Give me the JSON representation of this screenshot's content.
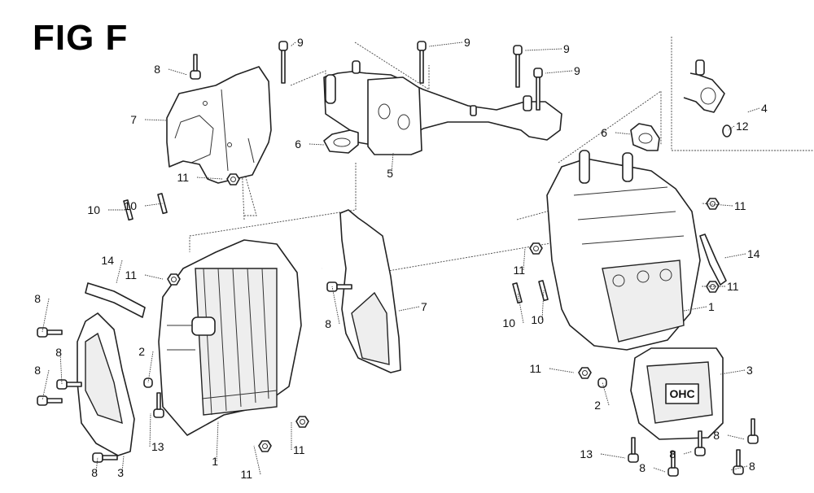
{
  "figure": {
    "title": "FIG F"
  },
  "callouts": [
    {
      "id": "c1",
      "label": "8",
      "part": "bolt"
    },
    {
      "id": "c2",
      "label": "7",
      "part": "shroud-upper"
    },
    {
      "id": "c3",
      "label": "9",
      "part": "bolt"
    },
    {
      "id": "c4",
      "label": "9",
      "part": "bolt"
    },
    {
      "id": "c5",
      "label": "9",
      "part": "bolt"
    },
    {
      "id": "c6",
      "label": "9",
      "part": "bolt"
    },
    {
      "id": "c7",
      "label": "6",
      "part": "gasket"
    },
    {
      "id": "c8",
      "label": "5",
      "part": "manifold"
    },
    {
      "id": "c9",
      "label": "6",
      "part": "gasket"
    },
    {
      "id": "c10",
      "label": "4",
      "part": "elbow-assembly"
    },
    {
      "id": "c11",
      "label": "12",
      "part": "o-ring"
    },
    {
      "id": "c12",
      "label": "10",
      "part": "stud"
    },
    {
      "id": "c13",
      "label": "10",
      "part": "stud"
    },
    {
      "id": "c14",
      "label": "11",
      "part": "nut"
    },
    {
      "id": "c15",
      "label": "14",
      "part": "spark-plug"
    },
    {
      "id": "c16",
      "label": "11",
      "part": "nut"
    },
    {
      "id": "c17",
      "label": "8",
      "part": "bolt"
    },
    {
      "id": "c18",
      "label": "8",
      "part": "bolt"
    },
    {
      "id": "c19",
      "label": "8",
      "part": "bolt"
    },
    {
      "id": "c20",
      "label": "2",
      "part": "dowel"
    },
    {
      "id": "c21",
      "label": "13",
      "part": "bolt"
    },
    {
      "id": "c22",
      "label": "8",
      "part": "bolt"
    },
    {
      "id": "c23",
      "label": "3",
      "part": "head-cover"
    },
    {
      "id": "c24",
      "label": "1",
      "part": "cylinder-head"
    },
    {
      "id": "c25",
      "label": "11",
      "part": "nut"
    },
    {
      "id": "c26",
      "label": "11",
      "part": "nut"
    },
    {
      "id": "c27",
      "label": "8",
      "part": "bolt"
    },
    {
      "id": "c28",
      "label": "7",
      "part": "shroud-lower"
    },
    {
      "id": "c29",
      "label": "11",
      "part": "nut"
    },
    {
      "id": "c30",
      "label": "10",
      "part": "stud"
    },
    {
      "id": "c31",
      "label": "10",
      "part": "stud"
    },
    {
      "id": "c32",
      "label": "11",
      "part": "nut"
    },
    {
      "id": "c33",
      "label": "14",
      "part": "spark-plug"
    },
    {
      "id": "c34",
      "label": "11",
      "part": "nut"
    },
    {
      "id": "c35",
      "label": "1",
      "part": "cylinder-head"
    },
    {
      "id": "c36",
      "label": "11",
      "part": "nut"
    },
    {
      "id": "c37",
      "label": "2",
      "part": "dowel"
    },
    {
      "id": "c38",
      "label": "3",
      "part": "head-cover"
    },
    {
      "id": "c39",
      "label": "13",
      "part": "bolt"
    },
    {
      "id": "c40",
      "label": "8",
      "part": "bolt"
    },
    {
      "id": "c41",
      "label": "8",
      "part": "bolt"
    },
    {
      "id": "c42",
      "label": "8",
      "part": "bolt"
    },
    {
      "id": "c43",
      "label": "8",
      "part": "bolt"
    }
  ],
  "cover_badge": "OHC"
}
